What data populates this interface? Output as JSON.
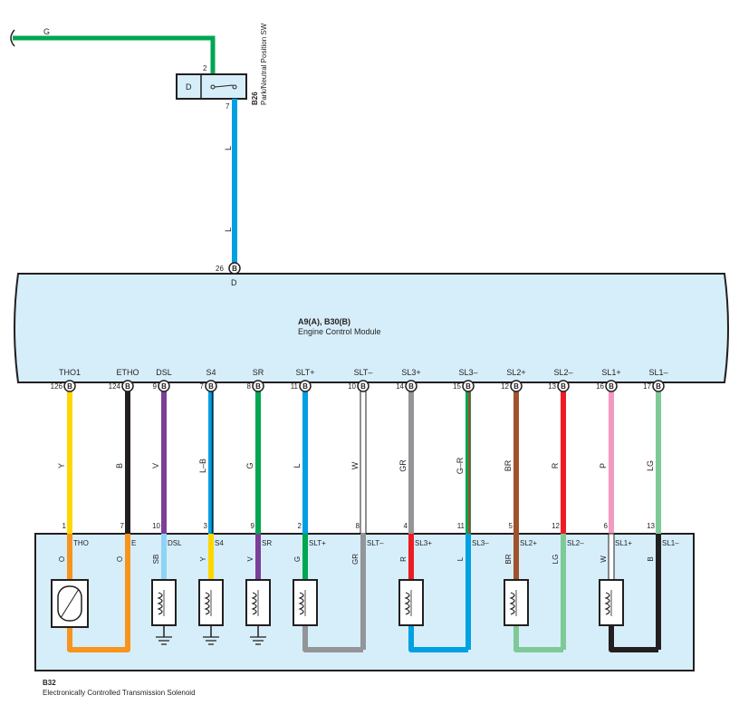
{
  "switch": {
    "id": "B26",
    "name": "Park/Neutral Position SW",
    "contact": "D",
    "pin_top": "2",
    "pin_bottom": "7",
    "input_wire_color": "G"
  },
  "ecm": {
    "ids": "A9(A), B30(B)",
    "name": "Engine Control Module",
    "d_pin": "26",
    "d_connector": "B",
    "d_label": "D",
    "d_wire": [
      "L",
      "L"
    ]
  },
  "solenoid": {
    "id": "B32",
    "name": "Electronically Controlled Transmission Solenoid"
  },
  "signals": [
    {
      "name": "THO1",
      "pin": "126",
      "conn": "B",
      "wire": "Y",
      "color": "#ffd700",
      "stripe": null,
      "sol_pin": "1",
      "sol_name": "THO",
      "sol_wire": "O",
      "sol_color": "#f7941d"
    },
    {
      "name": "ETHO",
      "pin": "124",
      "conn": "B",
      "wire": "B",
      "color": "#231f20",
      "stripe": null,
      "sol_pin": "7",
      "sol_name": "E",
      "sol_wire": "O",
      "sol_color": "#f7941d"
    },
    {
      "name": "DSL",
      "pin": "9",
      "conn": "B",
      "wire": "V",
      "color": "#7b3f98",
      "stripe": null,
      "sol_pin": "10",
      "sol_name": "DSL",
      "sol_wire": "SB",
      "sol_color": "#8fd3f4"
    },
    {
      "name": "S4",
      "pin": "7",
      "conn": "B",
      "wire": "L–B",
      "color": "#00a0e3",
      "stripe": "#231f20",
      "sol_pin": "3",
      "sol_name": "S4",
      "sol_wire": "Y",
      "sol_color": "#ffd700"
    },
    {
      "name": "SR",
      "pin": "8",
      "conn": "B",
      "wire": "G",
      "color": "#00a651",
      "stripe": null,
      "sol_pin": "9",
      "sol_name": "SR",
      "sol_wire": "V",
      "sol_color": "#7b3f98"
    },
    {
      "name": "SLT+",
      "pin": "11",
      "conn": "B",
      "wire": "L",
      "color": "#00a0e3",
      "stripe": null,
      "sol_pin": "2",
      "sol_name": "SLT+",
      "sol_wire": "G",
      "sol_color": "#00a651"
    },
    {
      "name": "SLT–",
      "pin": "10",
      "conn": "B",
      "wire": "W",
      "color": "#ffffff",
      "stripe": null,
      "sol_pin": "8",
      "sol_name": "SLT–",
      "sol_wire": "GR",
      "sol_color": "#939598"
    },
    {
      "name": "SL3+",
      "pin": "14",
      "conn": "B",
      "wire": "GR",
      "color": "#939598",
      "stripe": null,
      "sol_pin": "4",
      "sol_name": "SL3+",
      "sol_wire": "R",
      "sol_color": "#ed1c24"
    },
    {
      "name": "SL3–",
      "pin": "15",
      "conn": "B",
      "wire": "G–R",
      "color": "#00a651",
      "stripe": "#ed1c24",
      "sol_pin": "11",
      "sol_name": "SL3–",
      "sol_wire": "L",
      "sol_color": "#00a0e3"
    },
    {
      "name": "SL2+",
      "pin": "12",
      "conn": "B",
      "wire": "BR",
      "color": "#a0522d",
      "stripe": null,
      "sol_pin": "5",
      "sol_name": "SL2+",
      "sol_wire": "BR",
      "sol_color": "#a0522d"
    },
    {
      "name": "SL2–",
      "pin": "13",
      "conn": "B",
      "wire": "R",
      "color": "#ed1c24",
      "stripe": null,
      "sol_pin": "12",
      "sol_name": "SL2–",
      "sol_wire": "LG",
      "sol_color": "#7fc997"
    },
    {
      "name": "SL1+",
      "pin": "16",
      "conn": "B",
      "wire": "P",
      "color": "#f49ac1",
      "stripe": null,
      "sol_pin": "6",
      "sol_name": "SL1+",
      "sol_wire": "W",
      "sol_color": "#ffffff"
    },
    {
      "name": "SL1–",
      "pin": "17",
      "conn": "B",
      "wire": "LG",
      "color": "#7fc997",
      "stripe": null,
      "sol_pin": "13",
      "sol_name": "SL1–",
      "sol_wire": "B",
      "sol_color": "#231f20"
    }
  ]
}
